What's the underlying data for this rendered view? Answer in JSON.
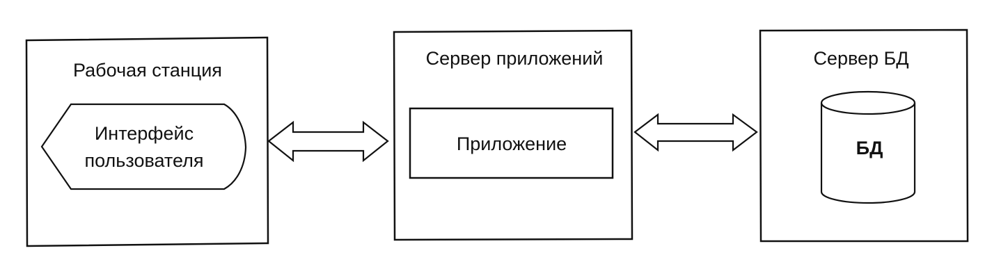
{
  "workstation": {
    "title": "Рабочая станция",
    "ui_line1": "Интерфейс",
    "ui_line2": "пользователя"
  },
  "app_server": {
    "title": "Сервер приложений",
    "app_label": "Приложение"
  },
  "db_server": {
    "title": "Сервер БД",
    "db_label": "БД"
  }
}
